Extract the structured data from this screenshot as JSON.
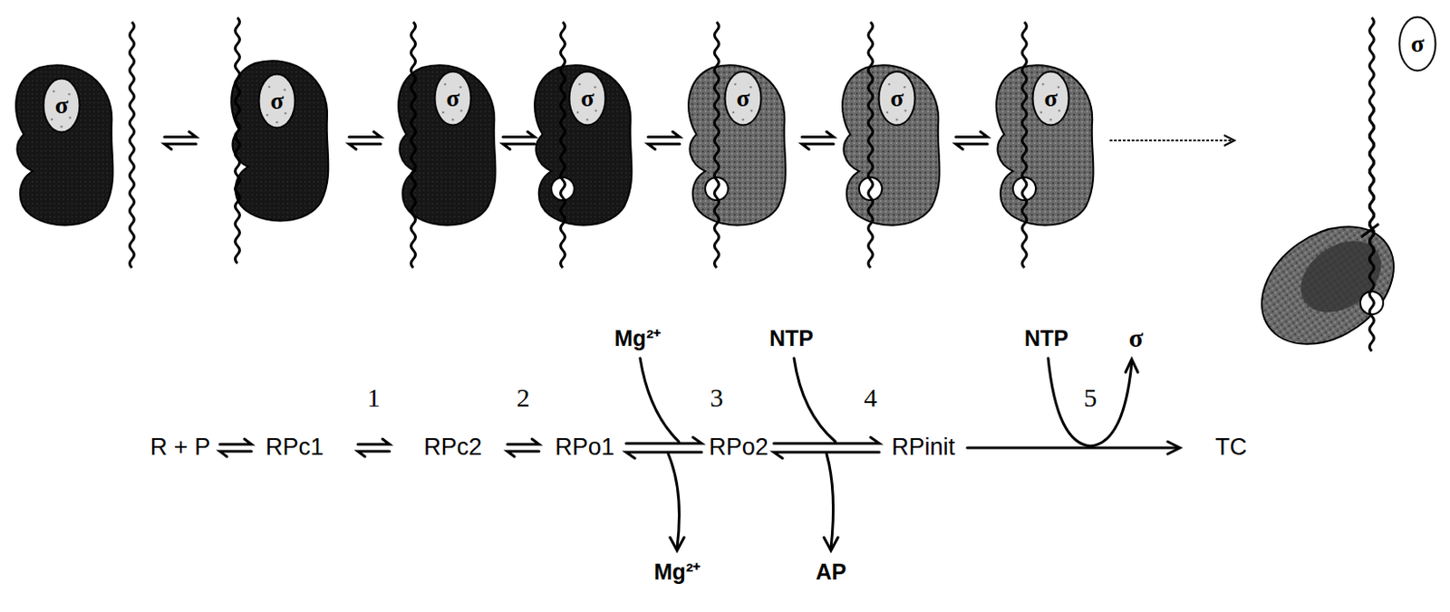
{
  "diagram": {
    "nodes": [
      {
        "text": [
          "σ"
        ]
      },
      {
        "text": [
          "σ"
        ]
      },
      {
        "text": [
          "σ"
        ]
      },
      {
        "text": [
          "σ"
        ]
      },
      {
        "text": [
          "σ"
        ]
      },
      {
        "text": [
          "σ"
        ]
      },
      {
        "text": [
          "σ"
        ]
      },
      {
        "text": [
          "σ"
        ]
      }
    ],
    "labels": [
      "1",
      "2",
      "3",
      "4",
      "5",
      "Mg²⁺",
      "NTP",
      "NTP",
      "σ",
      "R + P",
      "RPc1",
      "RPc2",
      "RPo1",
      "RPo2",
      "RPinit",
      "TC",
      "Mg²⁺",
      "AP"
    ]
  }
}
